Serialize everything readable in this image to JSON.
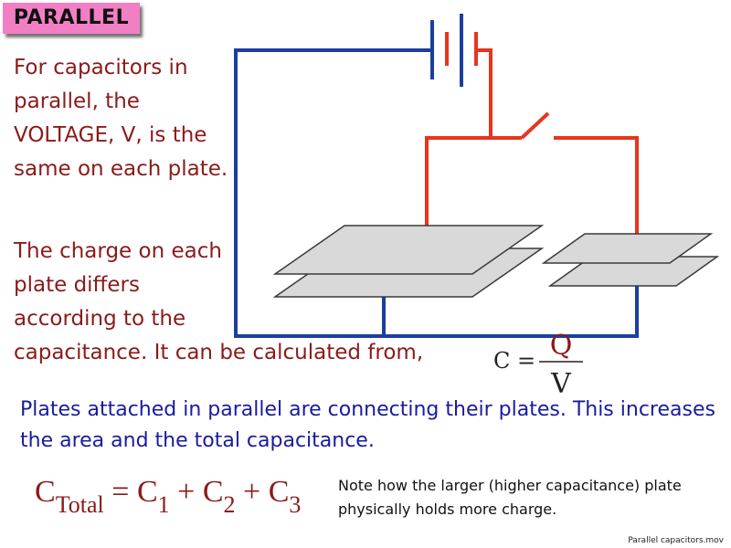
{
  "header": {
    "badge_label": "PARALLEL"
  },
  "text": {
    "para1": "For capacitors in parallel, the VOLTAGE, V, is the same on each plate.",
    "para2": "The charge on each plate differs according to the",
    "para3": "capacitance. It can be calculated from,",
    "para4": "Plates attached in parallel are connecting their plates. This increases the area and the total capacitance.",
    "note": "Note how the larger (higher capacitance) plate physically holds more charge.",
    "filename": "Parallel capacitors.mov"
  },
  "formula_c": {
    "lhs": "C =",
    "numerator": "Q",
    "denominator": "V"
  },
  "formula_total": {
    "c": "C",
    "total_sub": "Total",
    "eq": "=",
    "c1": "C",
    "sub1": "1",
    "plus1": "+",
    "c2": "C",
    "sub2": "2",
    "plus2": "+",
    "c3": "C",
    "sub3": "3"
  },
  "colors": {
    "badge": "#f27fc3",
    "maroon_text": "#8b1a1a",
    "blue_text": "#1a1aa0",
    "wire_blue": "#1c3f9e",
    "wire_red": "#e8341f",
    "plate_fill": "#d9d9d9",
    "plate_stroke": "#3a3a3a"
  }
}
